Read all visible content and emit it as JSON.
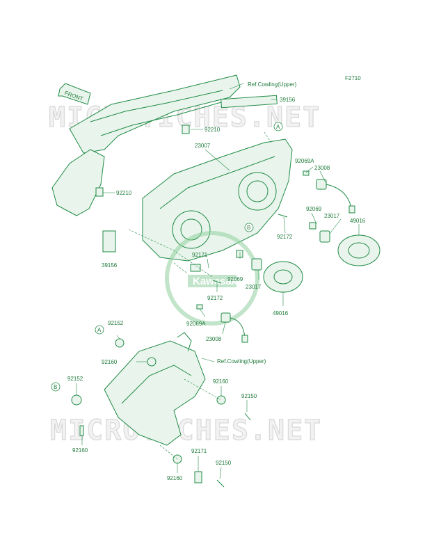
{
  "figure_code": "F2710",
  "front_marker": "FRONT",
  "watermark": "MICROTICHES.NET",
  "logo_text": "Kawasaki",
  "refs": {
    "cowling_upper_top": "Ref.Cowling(Upper)",
    "cowling_upper_bottom": "Ref.Cowling(Upper)"
  },
  "circle_refs": {
    "a": "A",
    "b": "B"
  },
  "parts": {
    "p39156_top": "39156",
    "p92210_a": "92210",
    "p92210_b": "92210",
    "p23007": "23007",
    "p92069a_top": "92069A",
    "p23008_top": "23008",
    "p92069_right": "92069",
    "p23017_right": "23017",
    "p49016_right": "49016",
    "p92172_right": "92172",
    "p39156_left": "39156",
    "p92171_top": "92171",
    "p92069_center": "92069",
    "p23017_center": "23017",
    "p92172_center": "92172",
    "p49016_center": "49016",
    "p92069a_center": "92069A",
    "p23008_center": "23008",
    "p92152_a": "92152",
    "p92160_a": "92160",
    "p92152_b": "92152",
    "p92160_b": "92160",
    "p92150_a": "92150",
    "p92160_c": "92160",
    "p92171_bottom": "92171",
    "p92150_b": "92150",
    "p92160_d": "92160"
  }
}
